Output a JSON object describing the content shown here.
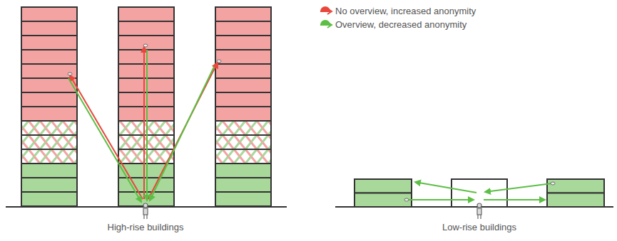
{
  "diagram": {
    "labels": [
      "High-rise buildings",
      "Low-rise buildings"
    ],
    "legend": [
      {
        "text": "No overview, increased anonymity"
      },
      {
        "text": "Overview, decreased anonymity"
      }
    ]
  }
}
